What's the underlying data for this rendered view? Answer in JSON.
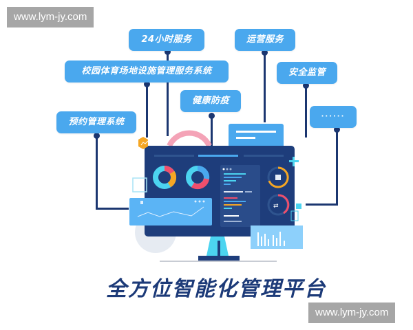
{
  "watermarks": {
    "top_left": "www.lym-jy.com",
    "bottom_right": "www.lym-jy.com"
  },
  "tags": {
    "service_24h": "24小时服务",
    "campus_sports": "校园体育场地设施管理服务系统",
    "operations": "运营服务",
    "security": "安全监管",
    "health": "健康防疫",
    "booking": "预约管理系统",
    "more": "······"
  },
  "title": "全方位智能化管理平台",
  "colors": {
    "tag_blue": "#4aa8ee",
    "navy": "#1b3670",
    "screen": "#1e3d7b",
    "panel": "#5bb4f5",
    "orange": "#f5a623",
    "pink": "#ef4f6c",
    "cyan": "#4cd4f0"
  }
}
